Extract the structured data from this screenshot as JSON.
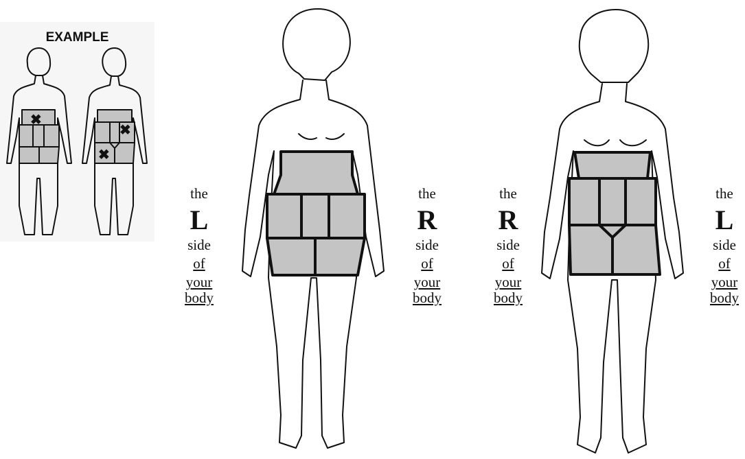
{
  "example": {
    "title": "EXAMPLE",
    "marks": [
      "✖",
      "✖",
      "✖"
    ]
  },
  "labels": [
    {
      "the": "the",
      "letter": "L",
      "side": "side",
      "of": "of",
      "your": "your",
      "body": "body"
    },
    {
      "the": "the",
      "letter": "R",
      "side": "side",
      "of": "of",
      "your": "your",
      "body": "body"
    },
    {
      "the": "the",
      "letter": "R",
      "side": "side",
      "of": "of",
      "your": "your",
      "body": "body"
    },
    {
      "the": "the",
      "letter": "L",
      "side": "side",
      "of": "of",
      "your": "your",
      "body": "body"
    }
  ],
  "colors": {
    "zone_fill": "#c4c4c4",
    "outline": "#111111"
  }
}
